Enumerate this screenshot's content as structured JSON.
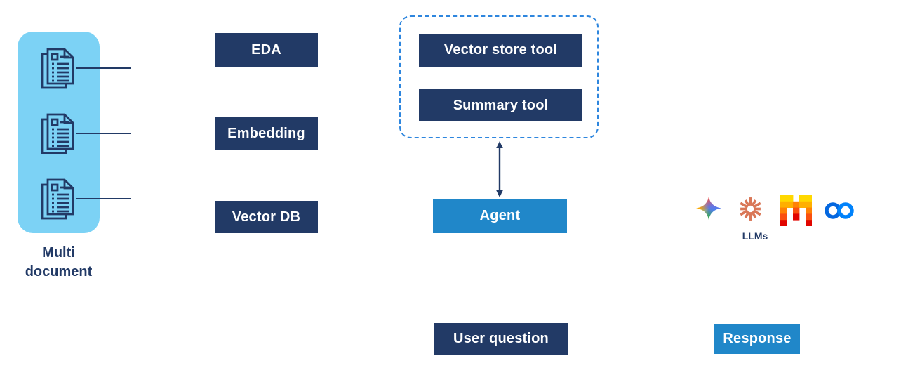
{
  "palette": {
    "background": "#ffffff",
    "navy": "#223A66",
    "accent_blue": "#2087C9",
    "light_blue": "#7CD2F5",
    "dashed_border_blue": "#2E86DE",
    "connector_navy": "#223A66",
    "claude_coral": "#D97757",
    "meta_blue_left": "#0467DF",
    "meta_blue_right": "#0082FB",
    "mistral_colors": [
      "#FFD800",
      "#FFAF00",
      "#FF8205",
      "#FA500F",
      "#E10500"
    ]
  },
  "source_panel": {
    "label": "Multi document",
    "document_count": 3
  },
  "pipeline": {
    "boxes": [
      {
        "label": "EDA"
      },
      {
        "label": "Embedding"
      },
      {
        "label": "Vector DB"
      }
    ]
  },
  "tools_group": {
    "boxes": [
      {
        "label": "Vector store tool"
      },
      {
        "label": "Summary tool"
      }
    ]
  },
  "agent": {
    "label": "Agent"
  },
  "user_question": {
    "label": "User question"
  },
  "response": {
    "label": "Response"
  },
  "llms": {
    "label": "LLMs",
    "providers": [
      {
        "name": "gemini"
      },
      {
        "name": "claude"
      },
      {
        "name": "mistral"
      },
      {
        "name": "meta"
      }
    ]
  }
}
